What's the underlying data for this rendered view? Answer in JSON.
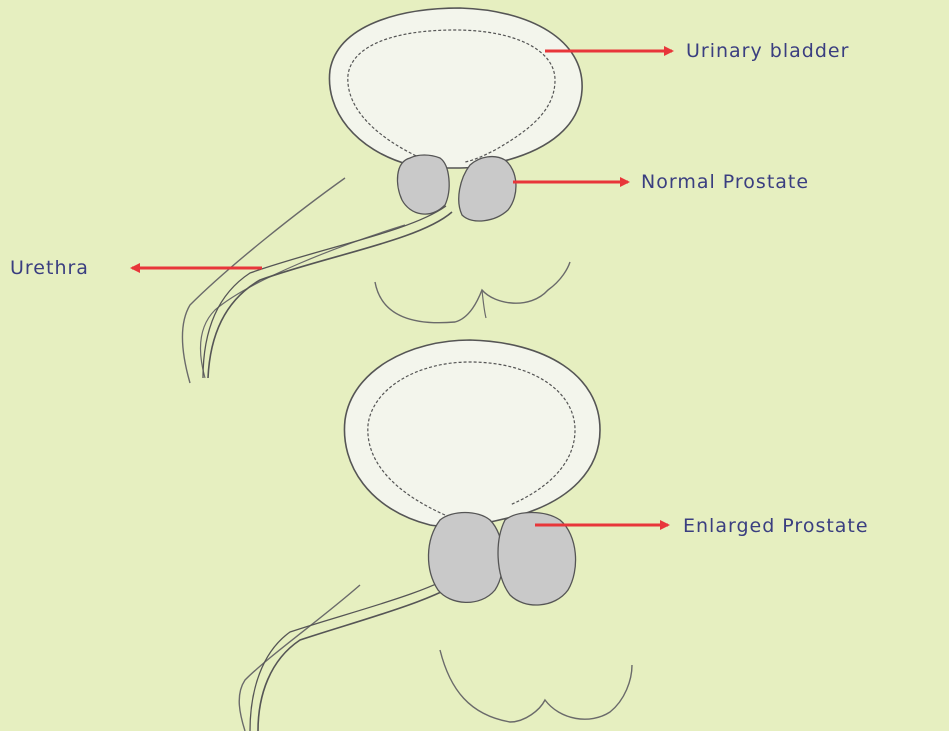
{
  "labels": {
    "urinary_bladder": "Urinary bladder",
    "normal_prostate": "Normal Prostate",
    "urethra": "Urethra",
    "enlarged_prostate": "Enlarged Prostate"
  },
  "colors": {
    "background": "#e6efc0",
    "label_text": "#3a3e80",
    "arrow": "#e8363a",
    "prostate_fill": "#c9c9c9",
    "bladder_fill": "#f3f5ec",
    "outline": "#555555"
  }
}
